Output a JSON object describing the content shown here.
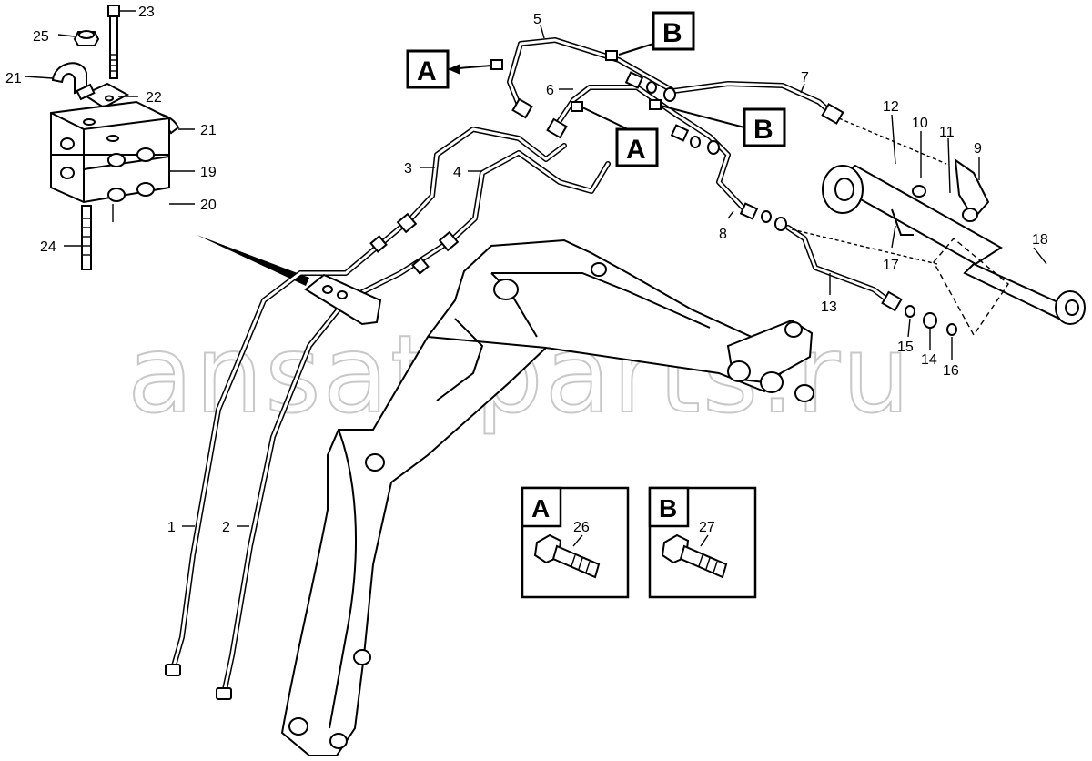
{
  "watermark": "ansat-parts.ru",
  "callouts": {
    "n1": "1",
    "n2": "2",
    "n3": "3",
    "n4": "4",
    "n5": "5",
    "n6": "6",
    "n7": "7",
    "n8": "8",
    "n9": "9",
    "n10": "10",
    "n11": "11",
    "n12": "12",
    "n13": "13",
    "n14": "14",
    "n15": "15",
    "n16": "16",
    "n17": "17",
    "n18": "18",
    "n19": "19",
    "n20": "20",
    "n21a": "21",
    "n21b": "21",
    "n22": "22",
    "n23": "23",
    "n24": "24",
    "n25": "25"
  },
  "reference_boxes": {
    "a1": "A",
    "a2": "A",
    "b1": "B",
    "b2": "B"
  },
  "legend": {
    "a_letter": "A",
    "a_part": "26",
    "b_letter": "B",
    "b_part": "27"
  }
}
